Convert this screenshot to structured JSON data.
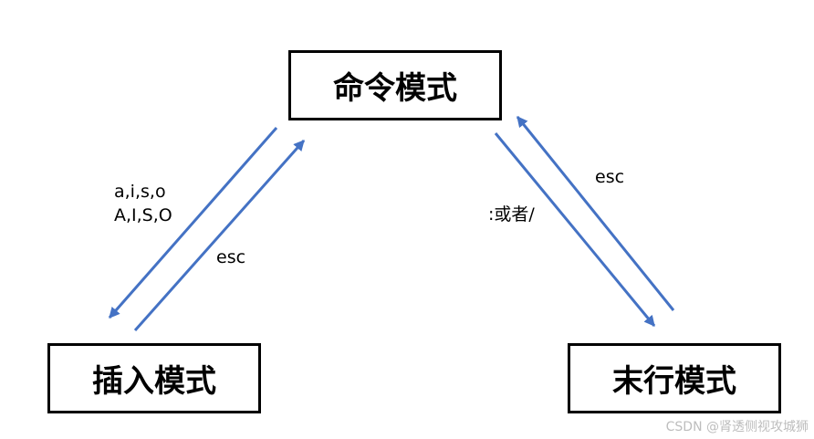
{
  "nodes": {
    "command": "命令模式",
    "insert": "插入模式",
    "last_line": "末行模式"
  },
  "edges": {
    "command_to_insert": {
      "line1": "a,i,s,o",
      "line2": "A,I,S,O"
    },
    "insert_to_command": "esc",
    "command_to_last_line": ":或者/",
    "last_line_to_command": "esc"
  },
  "colors": {
    "arrow": "#4472C4",
    "border": "#000000"
  },
  "watermark": "CSDN @肾透侧视攻城狮"
}
